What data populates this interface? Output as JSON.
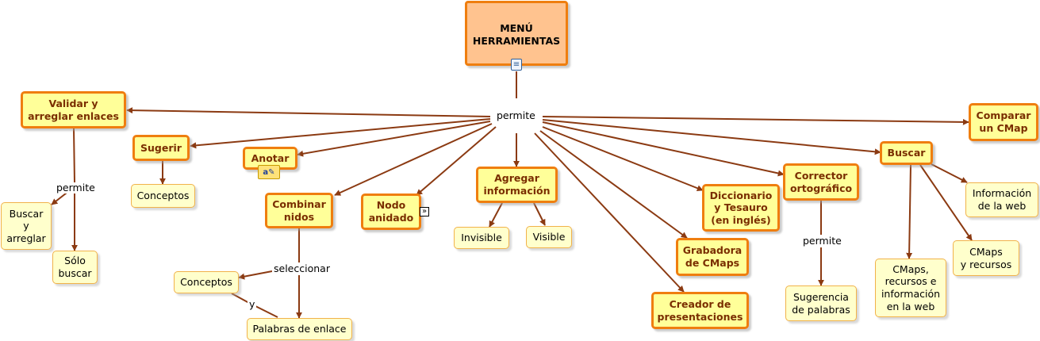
{
  "concept_map": {
    "root": {
      "label": "MENÚ\nHERRAMIENTAS",
      "icon": "document-icon"
    },
    "link_permite_main": "permite",
    "tools": {
      "validar": "Validar y\narreglar enlaces",
      "sugerir": "Sugerir",
      "anotar": "Anotar",
      "combinar": "Combinar\nnidos",
      "nodo_anidado": "Nodo\nanidado",
      "agregar": "Agregar\ninformación",
      "diccionario": "Diccionario\ny Tesauro\n(en inglés)",
      "grabadora": "Grabadora\nde CMaps",
      "creador": "Creador de\npresentaciones",
      "corrector": "Corrector\nortográfico",
      "buscar": "Buscar",
      "comparar": "Comparar\nun CMap"
    },
    "details": {
      "buscar_arreglar": "Buscar\ny\narreglar",
      "solo_buscar": "Sólo\nbuscar",
      "sugerir_conceptos": "Conceptos",
      "combinar_conceptos": "Conceptos",
      "palabras_enlace": "Palabras de enlace",
      "invisible": "Invisible",
      "visible": "Visible",
      "sugerencia": "Sugerencia\nde palabras",
      "cmaps_recursos_info": "CMaps,\nrecursos e\ninformación\nen la web",
      "cmaps_recursos": "CMaps\ny recursos",
      "informacion_web": "Información\nde la web"
    },
    "links": {
      "validar_permite": "permite",
      "combinar_seleccionar": "seleccionar",
      "y": "y",
      "corrector_permite": "permite"
    },
    "icons": {
      "annotation": "annotation-icon",
      "nested": "expand-nested-icon"
    },
    "colors": {
      "node_fill": "#ffff99",
      "node_border": "#ef7e0f",
      "node_text": "#7a2e00",
      "root_fill": "#ffc38f",
      "detail_fill": "#ffffcc",
      "detail_border": "#f1b24a",
      "connector": "#8b3a12"
    }
  }
}
